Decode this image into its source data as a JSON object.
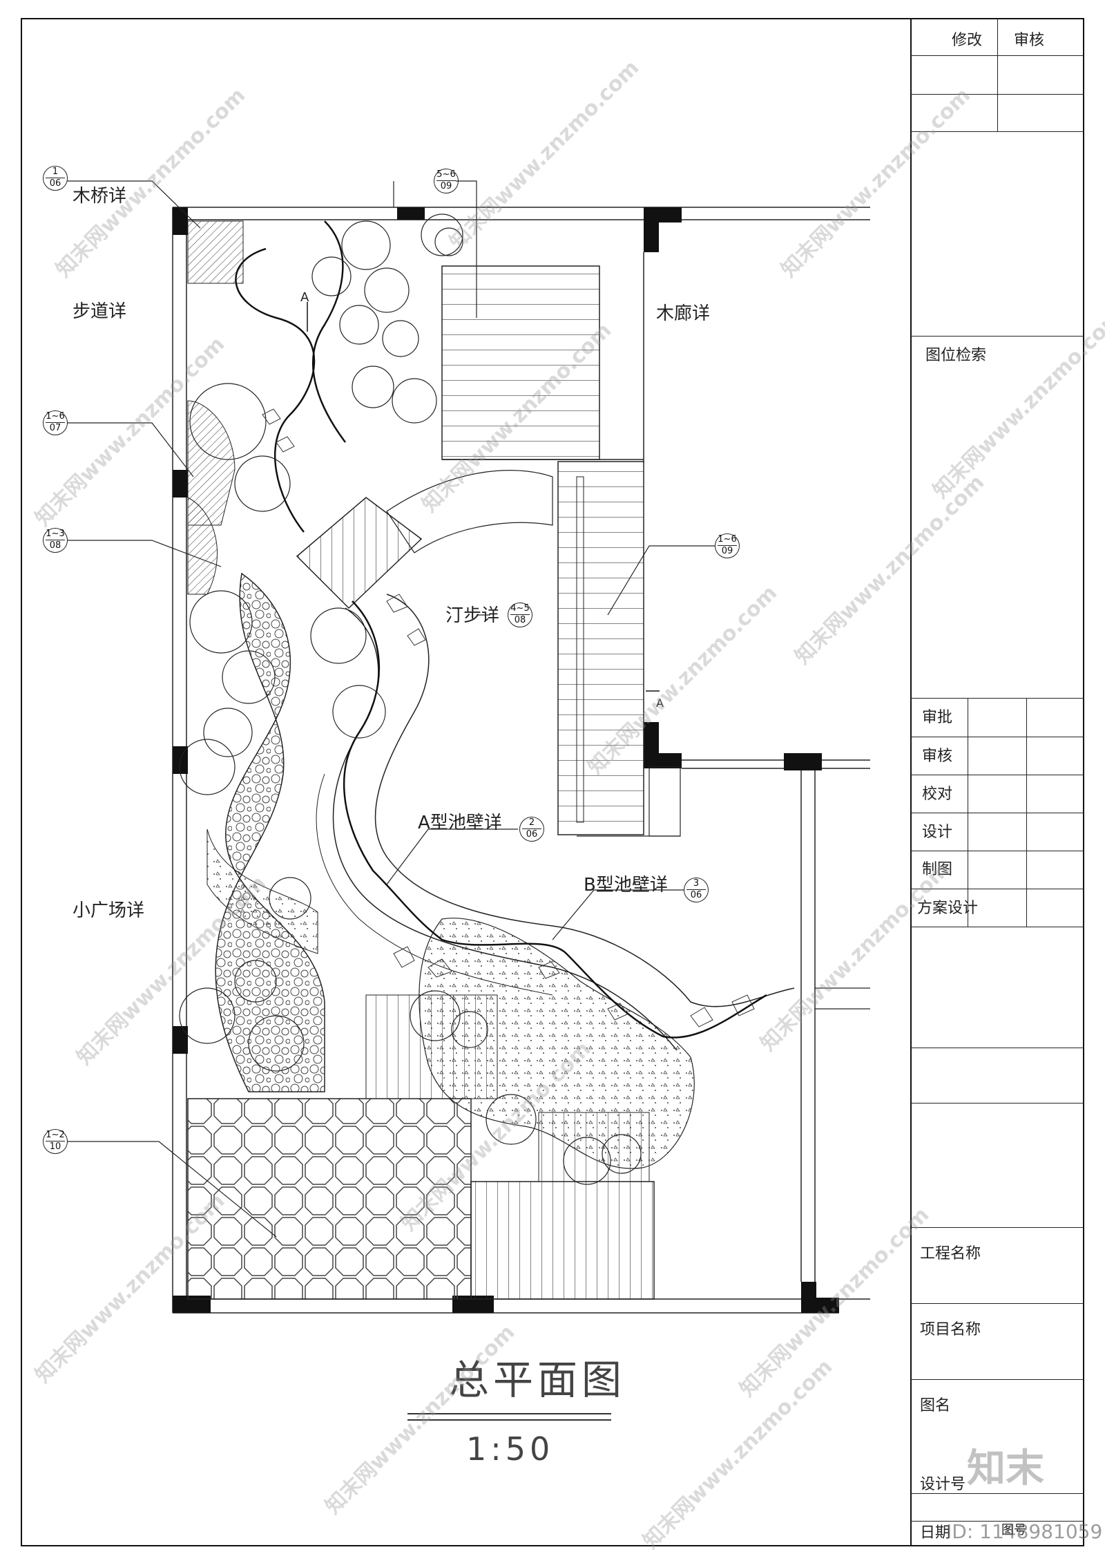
{
  "labels": {
    "wood_bridge": "木桥详",
    "path": "步道详",
    "wood_corridor": "木廊详",
    "stepping_stones": "汀步详",
    "pool_wall_a": "A型池壁详",
    "pool_wall_b": "B型池壁详",
    "small_plaza": "小广场详",
    "section_a": "A",
    "section_a2": "A"
  },
  "refs": {
    "r1": {
      "top": "1",
      "bottom": "06"
    },
    "r2": {
      "top": "5~6",
      "bottom": "09"
    },
    "r3": {
      "top": "1~6",
      "bottom": "07"
    },
    "r4": {
      "top": "1~3",
      "bottom": "08"
    },
    "r5": {
      "top": "4~5",
      "bottom": "08"
    },
    "r6": {
      "top": "1~6",
      "bottom": "09"
    },
    "r7": {
      "top": "2",
      "bottom": "06"
    },
    "r8": {
      "top": "3",
      "bottom": "06"
    },
    "r9": {
      "top": "1~2",
      "bottom": "10"
    }
  },
  "drawing": {
    "title": "总平面图",
    "scale": "1:50"
  },
  "title_block": {
    "modify": "修改",
    "review_top": "审核",
    "index": "图位检索",
    "approve": "审批",
    "review": "审核",
    "check": "校对",
    "design": "设计",
    "draft": "制图",
    "scheme": "方案设计",
    "project": "工程名称",
    "item": "项目名称",
    "drawing_name": "图名",
    "design_no": "设计号",
    "date": "日期",
    "drawing_no": "图号"
  },
  "watermark": {
    "text": "知末网www.znzmo.com",
    "logo": "知末",
    "id": "ID: 1148981059"
  }
}
